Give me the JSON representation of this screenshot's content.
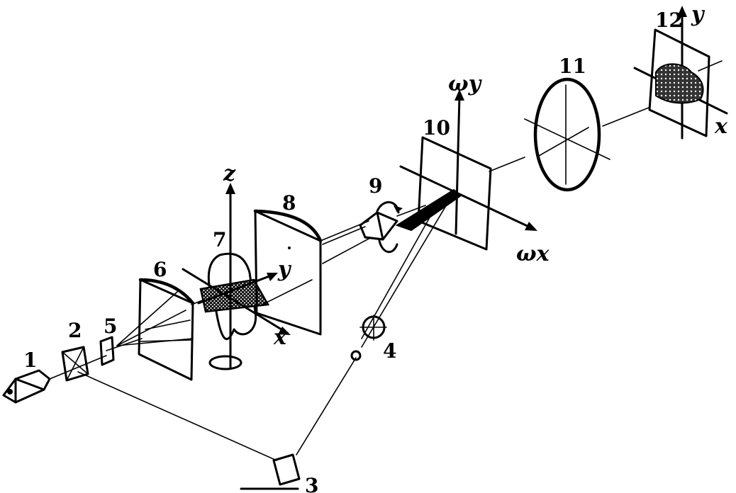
{
  "labels": {
    "n1": "1",
    "n2": "2",
    "n3": "3",
    "n4": "4",
    "n5": "5",
    "n6": "6",
    "n7": "7",
    "n8": "8",
    "n9": "9",
    "n10": "10",
    "n11": "11",
    "n12": "12"
  },
  "axes": {
    "z": "z",
    "y_object": "y",
    "x_object": "x",
    "wy": "ωy",
    "wx": "ωx",
    "y_output": "y",
    "x_output": "x"
  },
  "colors": {
    "ink": "#000000",
    "paper": "#ffffff"
  }
}
